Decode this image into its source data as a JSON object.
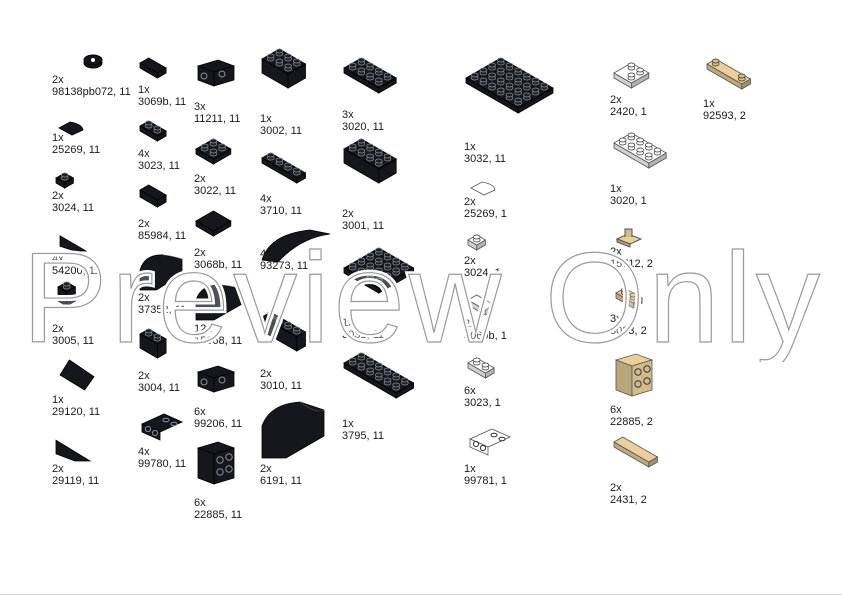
{
  "colors": {
    "black": "#15171c",
    "white": "#ffffff",
    "tan": "#e9cf9a",
    "stud_dark": "#3b3f47",
    "outline": "#2a2a2a"
  },
  "watermark": {
    "text": "Preview Only"
  },
  "parts": [
    {
      "qty": "2x",
      "id": "98138pb072, 11",
      "shape": "round-tile",
      "color": "black",
      "icon": "round-tile-printed-icon"
    },
    {
      "qty": "1x",
      "id": "25269, 11",
      "shape": "quarter-tile",
      "color": "black",
      "icon": "quarter-tile-icon"
    },
    {
      "qty": "2x",
      "id": "3024, 11",
      "shape": "plate-1x1",
      "color": "black",
      "icon": "plate-1x1-icon"
    },
    {
      "qty": "4x",
      "id": "54200, 11",
      "shape": "slope-cheese",
      "color": "black",
      "icon": "cheese-slope-icon"
    },
    {
      "qty": "2x",
      "id": "3005, 11",
      "shape": "brick-1x1",
      "color": "black",
      "icon": "brick-1x1-icon"
    },
    {
      "qty": "1x",
      "id": "29120, 11",
      "shape": "wedge-plate",
      "color": "black",
      "icon": "wedge-plate-right-icon"
    },
    {
      "qty": "2x",
      "id": "29119, 11",
      "shape": "wedge-plate",
      "color": "black",
      "icon": "wedge-plate-left-icon"
    },
    {
      "qty": "1x",
      "id": "3069b, 11",
      "shape": "tile-1x2",
      "color": "black",
      "icon": "tile-1x2-icon"
    },
    {
      "qty": "4x",
      "id": "3023, 11",
      "shape": "plate-1x2",
      "color": "black",
      "icon": "plate-1x2-icon"
    },
    {
      "qty": "2x",
      "id": "85984, 11",
      "shape": "slope-tile",
      "color": "black",
      "icon": "slope-1x2-icon"
    },
    {
      "qty": "2x",
      "id": "37352, 11",
      "shape": "curved",
      "color": "black",
      "icon": "curved-slope-icon"
    },
    {
      "qty": "2x",
      "id": "3004, 11",
      "shape": "brick-1x2",
      "color": "black",
      "icon": "brick-1x2-icon"
    },
    {
      "qty": "4x",
      "id": "99780, 11",
      "shape": "bracket",
      "color": "black",
      "icon": "bracket-icon"
    },
    {
      "qty": "3x",
      "id": "11211, 11",
      "shape": "brick-side-studs",
      "color": "black",
      "icon": "brick-side-studs-icon"
    },
    {
      "qty": "2x",
      "id": "3022, 11",
      "shape": "plate-2x2",
      "color": "black",
      "icon": "plate-2x2-icon"
    },
    {
      "qty": "2x",
      "id": "3068b, 11",
      "shape": "tile-2x2",
      "color": "black",
      "icon": "tile-2x2-icon"
    },
    {
      "qty": "12x",
      "id": "15068, 11",
      "shape": "curved-tile",
      "color": "black",
      "icon": "curved-tile-2x2-icon"
    },
    {
      "qty": "6x",
      "id": "99206, 11",
      "shape": "plate-side-studs",
      "color": "black",
      "icon": "plate-side-studs-icon"
    },
    {
      "qty": "6x",
      "id": "22885, 11",
      "shape": "brick-side-studs-tall",
      "color": "black",
      "icon": "brick-1x2x1-23-side-studs-icon"
    },
    {
      "qty": "1x",
      "id": "3002, 11",
      "shape": "brick-2x3",
      "color": "black",
      "icon": "brick-2x3-icon"
    },
    {
      "qty": "4x",
      "id": "3710, 11",
      "shape": "plate-1x4",
      "color": "black",
      "icon": "plate-1x4-icon"
    },
    {
      "qty": "4x",
      "id": "93273, 11",
      "shape": "arch-curved",
      "color": "black",
      "icon": "curved-slope-4x1-icon"
    },
    {
      "qty": "2x",
      "id": "3010, 11",
      "shape": "brick-1x4",
      "color": "black",
      "icon": "brick-1x4-icon"
    },
    {
      "qty": "2x",
      "id": "6191, 11",
      "shape": "curved-brick",
      "color": "black",
      "icon": "curved-brick-1x4-icon"
    },
    {
      "qty": "3x",
      "id": "3020, 11",
      "shape": "plate-2x4",
      "color": "black",
      "icon": "plate-2x4-icon"
    },
    {
      "qty": "2x",
      "id": "3001, 11",
      "shape": "brick-2x4",
      "color": "black",
      "icon": "brick-2x4-icon"
    },
    {
      "qty": "1x",
      "id": "3031, 11",
      "shape": "plate-4x4",
      "color": "black",
      "icon": "plate-4x4-icon"
    },
    {
      "qty": "1x",
      "id": "3795, 11",
      "shape": "plate-2x6",
      "color": "black",
      "icon": "plate-2x6-icon"
    },
    {
      "qty": "1x",
      "id": "3032, 11",
      "shape": "plate-4x6",
      "color": "black",
      "icon": "plate-4x6-icon"
    },
    {
      "qty": "2x",
      "id": "25269, 1",
      "shape": "quarter-tile",
      "color": "white",
      "icon": "quarter-tile-white-icon"
    },
    {
      "qty": "2x",
      "id": "3024, 1",
      "shape": "plate-1x1",
      "color": "white",
      "icon": "plate-1x1-white-icon"
    },
    {
      "qty": "2x",
      "id": "3069b, 1",
      "shape": "tile-1x2",
      "color": "white",
      "icon": "tile-1x2-white-icon"
    },
    {
      "qty": "6x",
      "id": "3023, 1",
      "shape": "plate-1x2",
      "color": "white",
      "icon": "plate-1x2-white-icon"
    },
    {
      "qty": "1x",
      "id": "99781, 1",
      "shape": "bracket",
      "color": "white",
      "icon": "bracket-white-icon"
    },
    {
      "qty": "2x",
      "id": "2420, 1",
      "shape": "corner-plate",
      "color": "white",
      "icon": "corner-plate-2x2-icon"
    },
    {
      "qty": "1x",
      "id": "3020, 1",
      "shape": "plate-2x4",
      "color": "white",
      "icon": "plate-2x4-white-icon"
    },
    {
      "qty": "2x",
      "id": "15712, 2",
      "shape": "clip-tile",
      "color": "tan",
      "icon": "tile-clip-icon"
    },
    {
      "qty": "3x",
      "id": "3023, 2",
      "shape": "plate-1x2",
      "color": "tan",
      "icon": "plate-1x2-tan-icon"
    },
    {
      "qty": "6x",
      "id": "22885, 2",
      "shape": "brick-side-studs-tall",
      "color": "tan",
      "icon": "brick-side-studs-tan-icon"
    },
    {
      "qty": "2x",
      "id": "2431, 2",
      "shape": "tile-1x4",
      "color": "tan",
      "icon": "tile-1x4-tan-icon"
    },
    {
      "qty": "1x",
      "id": "92593, 2",
      "shape": "plate-1x4-studs",
      "color": "tan",
      "icon": "plate-1x4-two-studs-icon"
    }
  ]
}
